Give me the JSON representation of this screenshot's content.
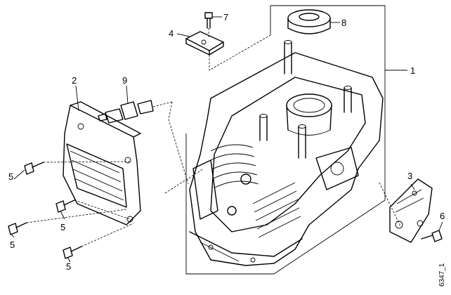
{
  "figure_code": "6347_1",
  "parts": [
    {
      "key": "p1",
      "ref": "1"
    },
    {
      "key": "p2",
      "ref": "2"
    },
    {
      "key": "p3",
      "ref": "3"
    },
    {
      "key": "p4",
      "ref": "4"
    },
    {
      "key": "p5a",
      "ref": "5"
    },
    {
      "key": "p5b",
      "ref": "5"
    },
    {
      "key": "p5c",
      "ref": "5"
    },
    {
      "key": "p5d",
      "ref": "5"
    },
    {
      "key": "p6",
      "ref": "6"
    },
    {
      "key": "p7",
      "ref": "7"
    },
    {
      "key": "p8",
      "ref": "8"
    },
    {
      "key": "p9",
      "ref": "9"
    }
  ]
}
